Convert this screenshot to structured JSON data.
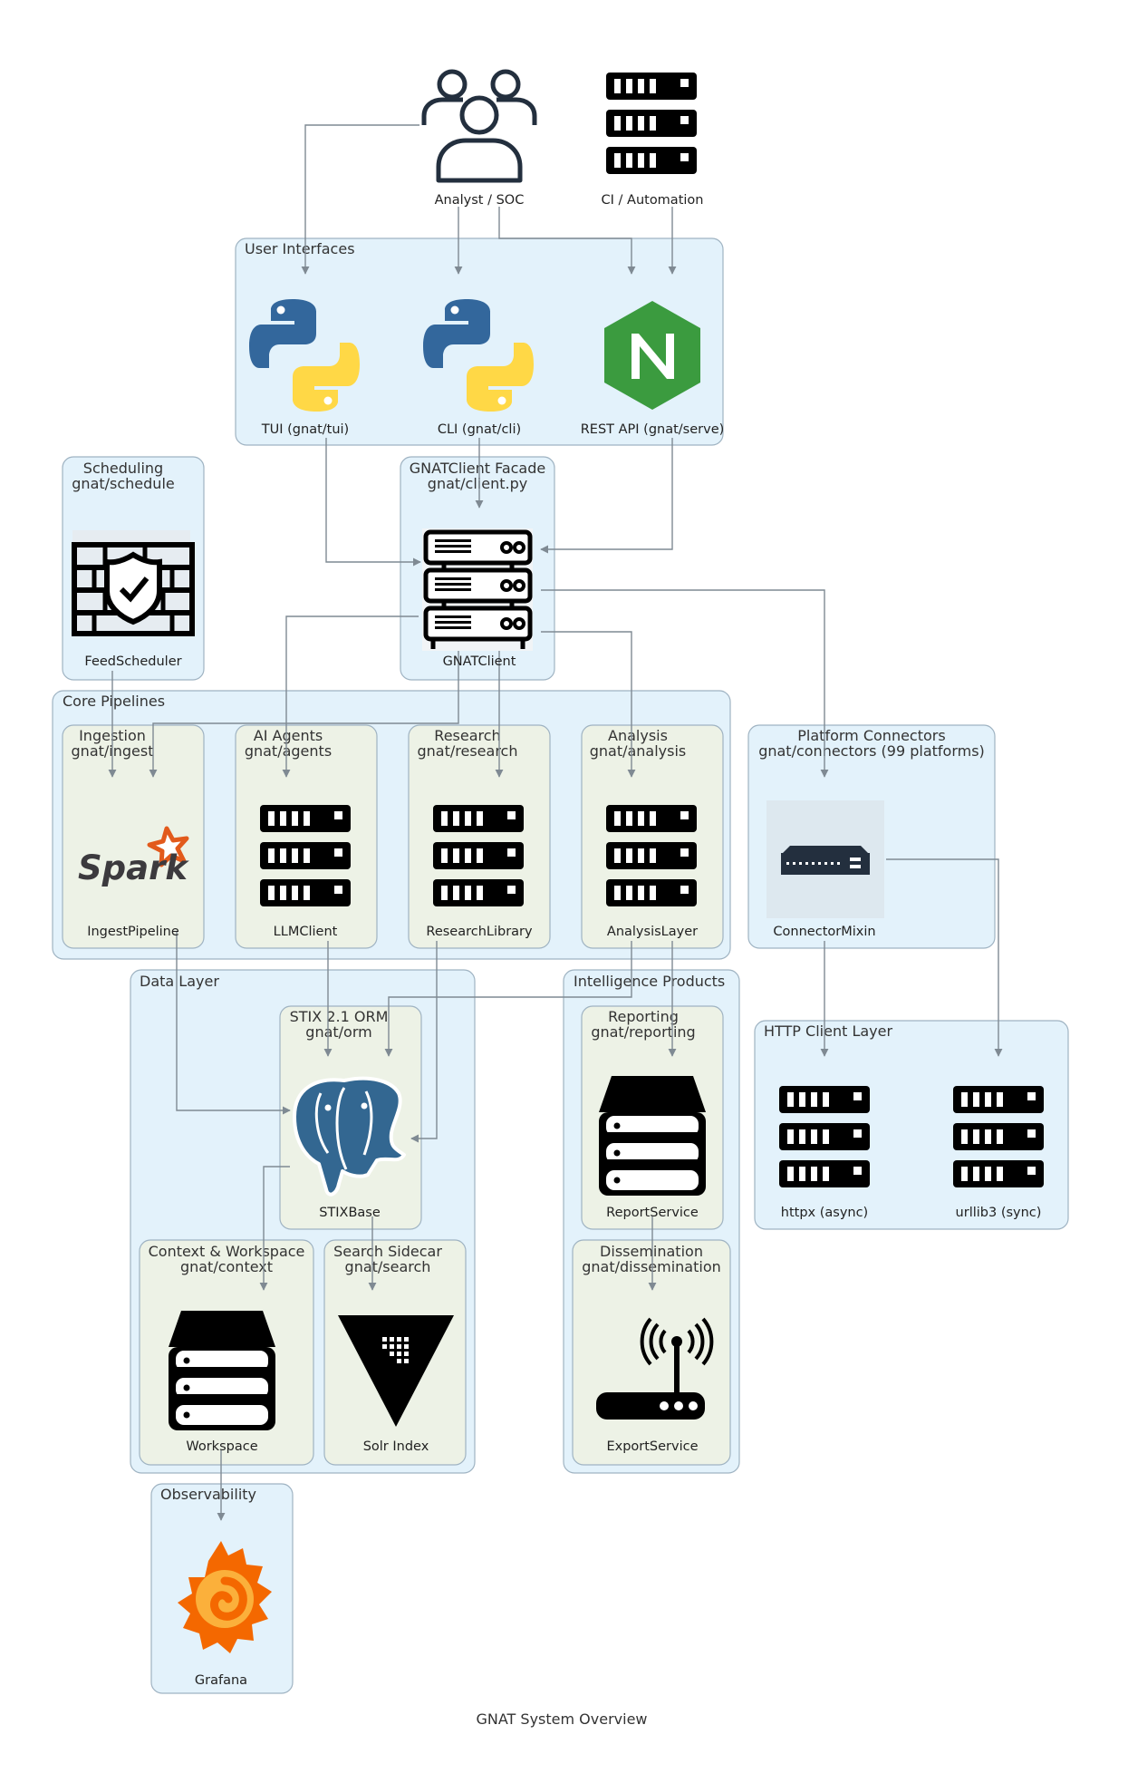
{
  "diagram": {
    "title": "GNAT System Overview",
    "colors": {
      "cluster_blue": "#e3f2fb",
      "cluster_green": "#edf2e6",
      "cluster_border": "#9fb3c2",
      "edge": "#7f8a93",
      "python_blue": "#33679c",
      "python_yellow": "#ffd846",
      "nginx_green": "#3b9b3f",
      "spark_orange": "#e25a1c",
      "postgres_blue": "#336791",
      "grafana_orange": "#f46800"
    },
    "clusters": {
      "user_interfaces": "User Interfaces",
      "scheduling": [
        "Scheduling",
        "gnat/schedule"
      ],
      "facade": [
        "GNATClient Facade",
        "gnat/client.py"
      ],
      "core_pipelines": "Core Pipelines",
      "ingestion": [
        "Ingestion",
        "gnat/ingest"
      ],
      "agents": [
        "AI Agents",
        "gnat/agents"
      ],
      "research": [
        "Research",
        "gnat/research"
      ],
      "analysis": [
        "Analysis",
        "gnat/analysis"
      ],
      "connectors": [
        "Platform Connectors",
        "gnat/connectors  (99 platforms)"
      ],
      "data_layer": "Data Layer",
      "orm": [
        "STIX 2.1 ORM",
        "gnat/orm"
      ],
      "context": [
        "Context & Workspace",
        "gnat/context"
      ],
      "search": [
        "Search Sidecar",
        "gnat/search"
      ],
      "products": "Intelligence Products",
      "reporting": [
        "Reporting",
        "gnat/reporting"
      ],
      "dissemination": [
        "Dissemination",
        "gnat/dissemination"
      ],
      "http": "HTTP Client Layer",
      "observability": "Observability"
    },
    "nodes": {
      "analyst": {
        "label": "Analyst / SOC",
        "icon": "users-icon"
      },
      "ci": {
        "label": "CI / Automation",
        "icon": "server-rack-icon"
      },
      "tui": {
        "label": "TUI (gnat/tui)",
        "icon": "python-logo-icon"
      },
      "cli": {
        "label": "CLI (gnat/cli)",
        "icon": "python-logo-icon"
      },
      "rest": {
        "label": "REST API (gnat/serve)",
        "icon": "nginx-logo-icon"
      },
      "feed": {
        "label": "FeedScheduler",
        "icon": "firewall-shield-icon"
      },
      "client": {
        "label": "GNATClient",
        "icon": "server-stack-icon"
      },
      "ingest": {
        "label": "IngestPipeline",
        "icon": "spark-logo-icon"
      },
      "llm": {
        "label": "LLMClient",
        "icon": "server-rack-icon"
      },
      "library": {
        "label": "ResearchLibrary",
        "icon": "server-rack-icon"
      },
      "analysis": {
        "label": "AnalysisLayer",
        "icon": "server-rack-icon"
      },
      "connector": {
        "label": "ConnectorMixin",
        "icon": "network-switch-icon"
      },
      "stix": {
        "label": "STIXBase",
        "icon": "postgresql-logo-icon"
      },
      "report": {
        "label": "ReportService",
        "icon": "storage-stack-icon"
      },
      "workspace": {
        "label": "Workspace",
        "icon": "storage-stack-icon"
      },
      "solr": {
        "label": "Solr Index",
        "icon": "vault-triangle-icon"
      },
      "export": {
        "label": "ExportService",
        "icon": "wireless-router-icon"
      },
      "httpx": {
        "label": "httpx (async)",
        "icon": "server-rack-icon"
      },
      "urllib": {
        "label": "urllib3 (sync)",
        "icon": "server-rack-icon"
      },
      "grafana": {
        "label": "Grafana",
        "icon": "grafana-logo-icon"
      }
    }
  }
}
